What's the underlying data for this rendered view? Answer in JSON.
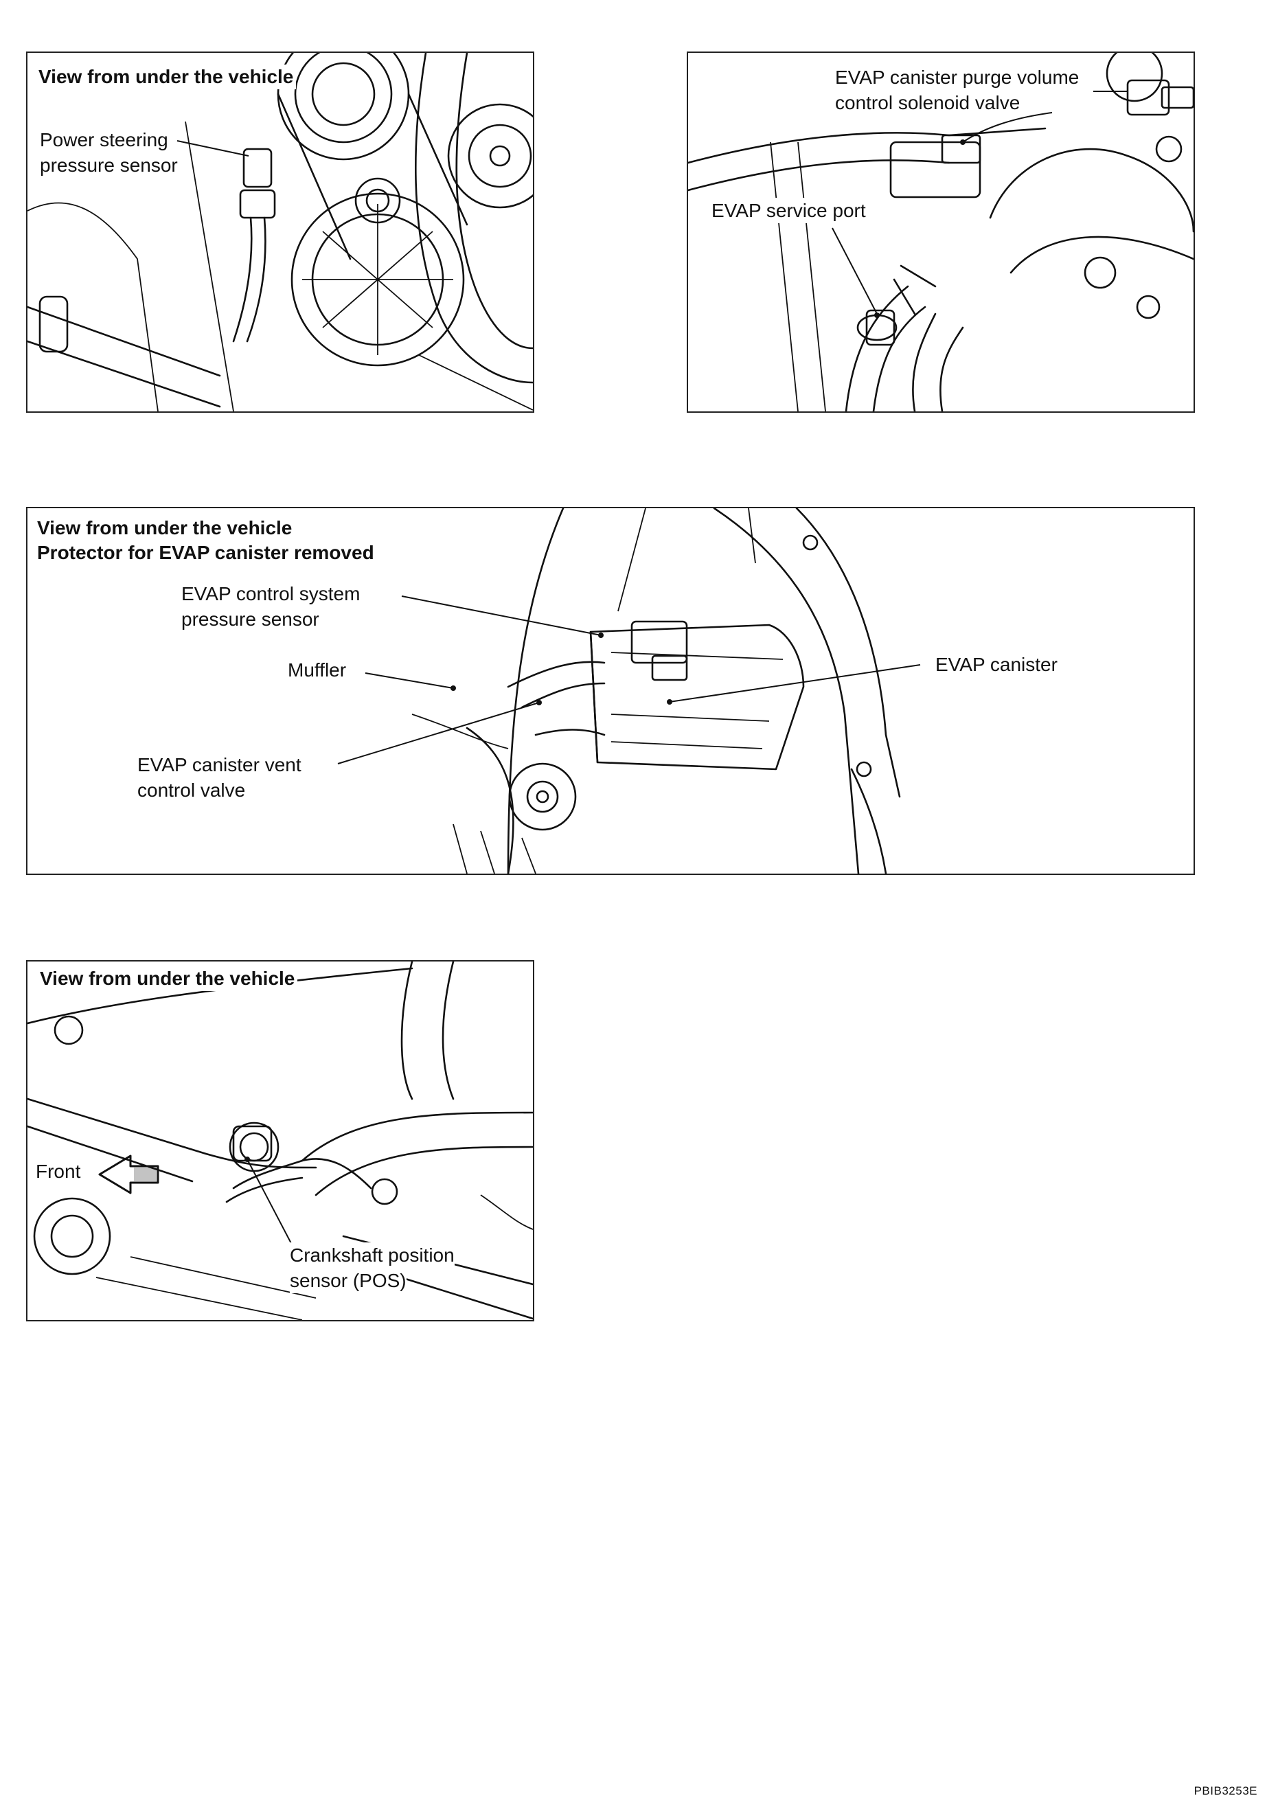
{
  "panels": {
    "ps": {
      "title": "View from under the vehicle",
      "labels": {
        "line1": "Power steering",
        "line2": "pressure sensor"
      }
    },
    "evap_purge": {
      "purge_line1": "EVAP canister purge volume",
      "purge_line2": "control solenoid valve",
      "service_port": "EVAP service port"
    },
    "evap_canister": {
      "title_line1": "View from under the vehicle",
      "title_line2": "Protector for EVAP canister removed",
      "pressure_line1": "EVAP control system",
      "pressure_line2": "pressure sensor",
      "muffler": "Muffler",
      "canister": "EVAP canister",
      "vent_line1": "EVAP canister vent",
      "vent_line2": "control valve"
    },
    "crank": {
      "title": "View from under the vehicle",
      "front": "Front",
      "pos_line1": "Crankshaft position",
      "pos_line2": "sensor (POS)"
    }
  },
  "figure_code": "PBIB3253E"
}
